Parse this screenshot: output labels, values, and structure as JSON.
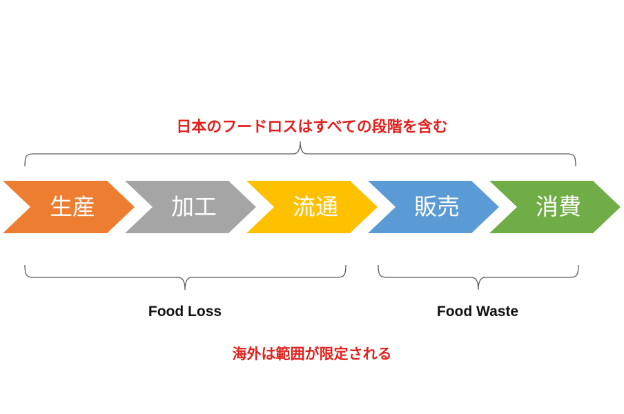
{
  "title_top": "日本のフードロスはすべての段階を含む",
  "title_bottom": "海外は範囲が限定される",
  "stages": [
    {
      "label": "生産",
      "color": "#ed7d31"
    },
    {
      "label": "加工",
      "color": "#a5a5a5"
    },
    {
      "label": "流通",
      "color": "#ffc000"
    },
    {
      "label": "販売",
      "color": "#5b9bd5"
    },
    {
      "label": "消費",
      "color": "#70ad47"
    }
  ],
  "groups": {
    "food_loss": "Food Loss",
    "food_waste": "Food Waste"
  },
  "colors": {
    "title": "#e0201c",
    "bracket": "#595959"
  }
}
